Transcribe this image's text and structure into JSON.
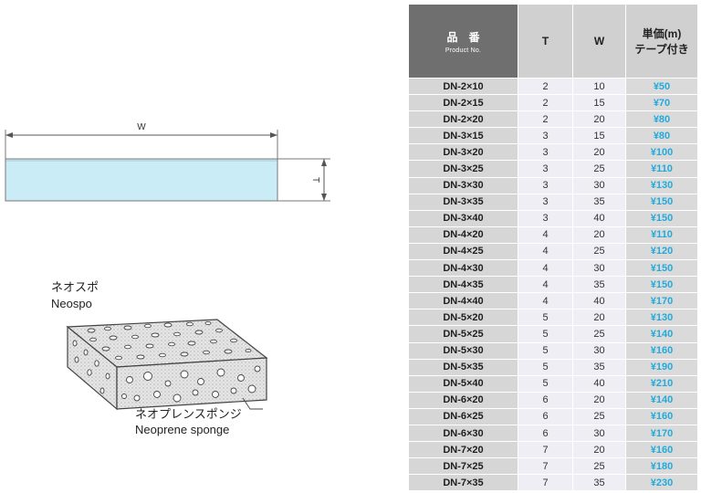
{
  "diagram": {
    "width_label": "W",
    "thickness_label": "T",
    "neospo_jp": "ネオスポ",
    "neospo_en": "Neospo",
    "neoprene_jp": "ネオプレンスポンジ",
    "neoprene_en": "Neoprene sponge",
    "colors": {
      "strip_fill": "#c9ecf7",
      "strip_stroke": "#777777",
      "sponge": "#e6e6e6"
    }
  },
  "table": {
    "headers": {
      "product_jp": "品　番",
      "product_en": "Product No.",
      "t": "T",
      "w": "W",
      "price_line1": "単価(m)",
      "price_line2": "テープ付き"
    },
    "rows": [
      {
        "product": "DN-2×10",
        "t": "2",
        "w": "10",
        "price": "¥50"
      },
      {
        "product": "DN-2×15",
        "t": "2",
        "w": "15",
        "price": "¥70"
      },
      {
        "product": "DN-2×20",
        "t": "2",
        "w": "20",
        "price": "¥80"
      },
      {
        "product": "DN-3×15",
        "t": "3",
        "w": "15",
        "price": "¥80"
      },
      {
        "product": "DN-3×20",
        "t": "3",
        "w": "20",
        "price": "¥100"
      },
      {
        "product": "DN-3×25",
        "t": "3",
        "w": "25",
        "price": "¥110"
      },
      {
        "product": "DN-3×30",
        "t": "3",
        "w": "30",
        "price": "¥130"
      },
      {
        "product": "DN-3×35",
        "t": "3",
        "w": "35",
        "price": "¥150"
      },
      {
        "product": "DN-3×40",
        "t": "3",
        "w": "40",
        "price": "¥150"
      },
      {
        "product": "DN-4×20",
        "t": "4",
        "w": "20",
        "price": "¥110"
      },
      {
        "product": "DN-4×25",
        "t": "4",
        "w": "25",
        "price": "¥120"
      },
      {
        "product": "DN-4×30",
        "t": "4",
        "w": "30",
        "price": "¥150"
      },
      {
        "product": "DN-4×35",
        "t": "4",
        "w": "35",
        "price": "¥150"
      },
      {
        "product": "DN-4×40",
        "t": "4",
        "w": "40",
        "price": "¥170"
      },
      {
        "product": "DN-5×20",
        "t": "5",
        "w": "20",
        "price": "¥130"
      },
      {
        "product": "DN-5×25",
        "t": "5",
        "w": "25",
        "price": "¥140"
      },
      {
        "product": "DN-5×30",
        "t": "5",
        "w": "30",
        "price": "¥160"
      },
      {
        "product": "DN-5×35",
        "t": "5",
        "w": "35",
        "price": "¥190"
      },
      {
        "product": "DN-5×40",
        "t": "5",
        "w": "40",
        "price": "¥210"
      },
      {
        "product": "DN-6×20",
        "t": "6",
        "w": "20",
        "price": "¥140"
      },
      {
        "product": "DN-6×25",
        "t": "6",
        "w": "25",
        "price": "¥160"
      },
      {
        "product": "DN-6×30",
        "t": "6",
        "w": "30",
        "price": "¥170"
      },
      {
        "product": "DN-7×20",
        "t": "7",
        "w": "20",
        "price": "¥160"
      },
      {
        "product": "DN-7×25",
        "t": "7",
        "w": "25",
        "price": "¥180"
      },
      {
        "product": "DN-7×35",
        "t": "7",
        "w": "35",
        "price": "¥230"
      }
    ],
    "colors": {
      "header_dark": "#6f6f6f",
      "header_light": "#d0d0d0",
      "product_cell": "#d6d6d6",
      "value_cell": "#eeeef4",
      "price_text": "#22aadc"
    }
  }
}
